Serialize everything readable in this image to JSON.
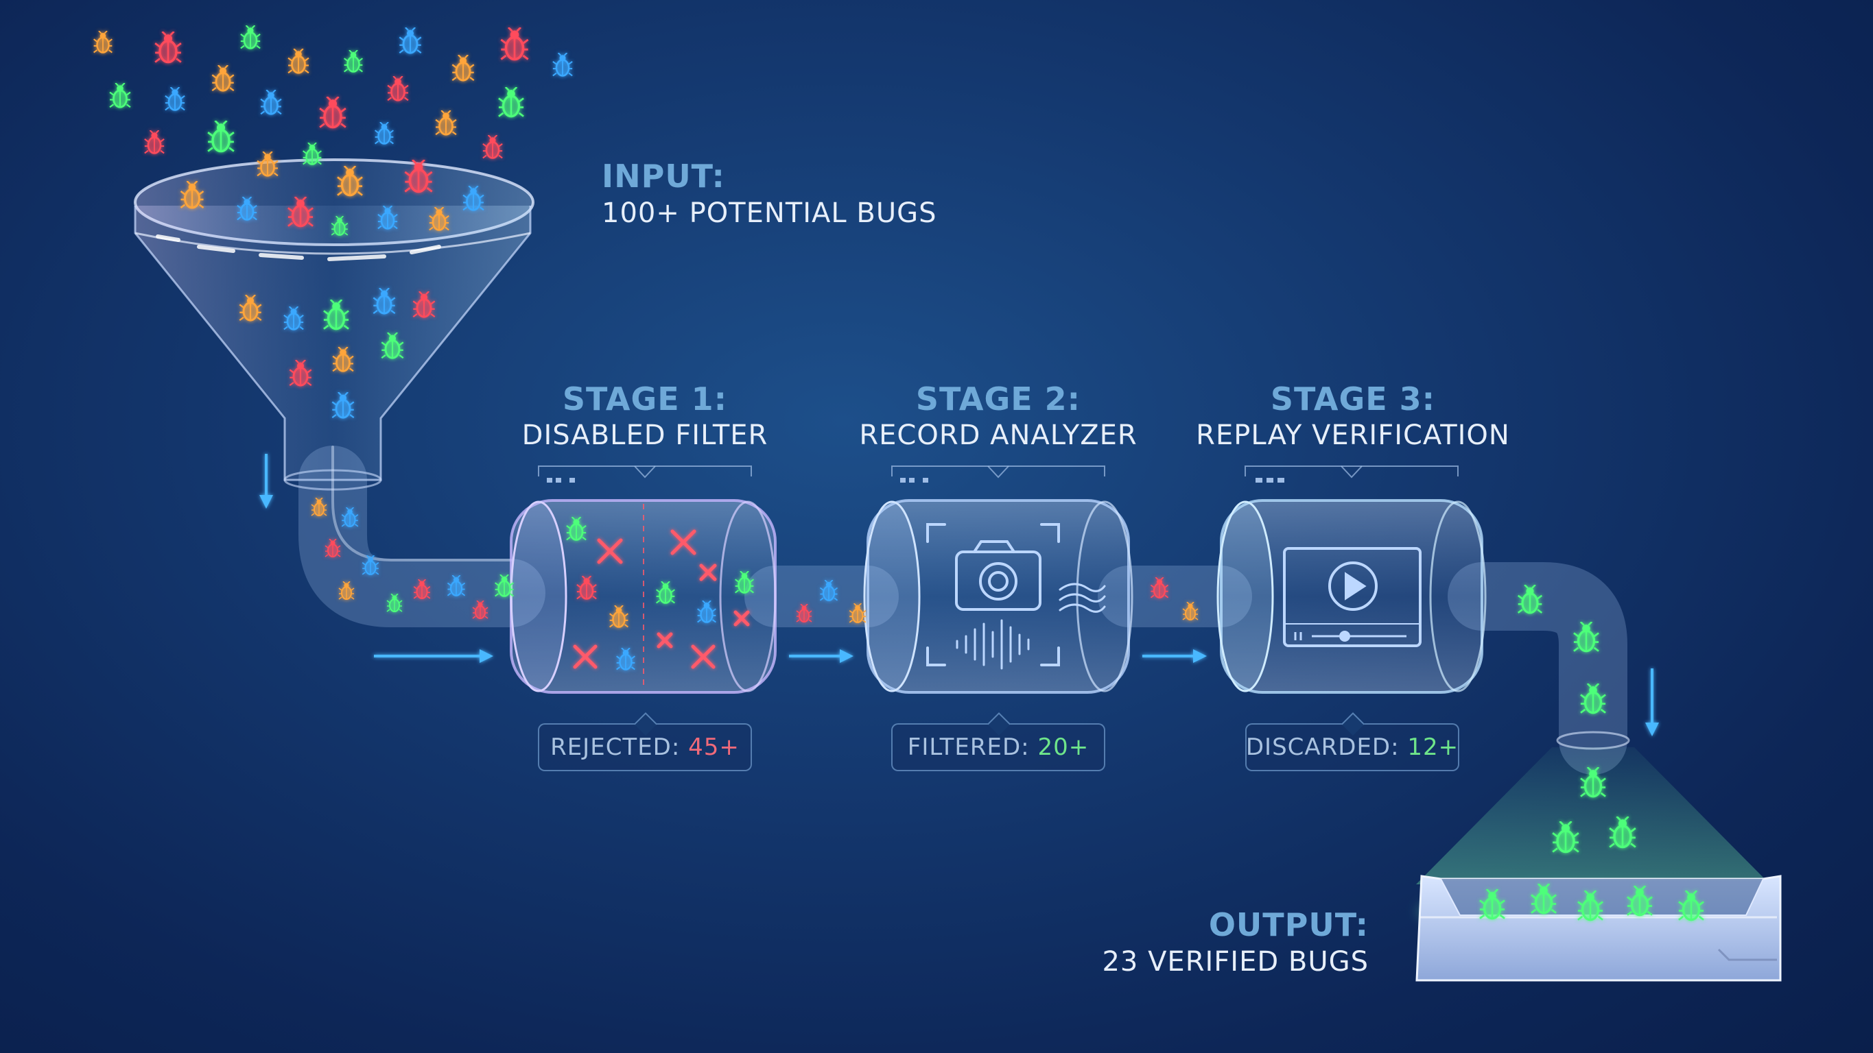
{
  "input": {
    "heading": "INPUT:",
    "text": "100+ POTENTIAL BUGS"
  },
  "stages": [
    {
      "heading": "STAGE 1:",
      "name": "DISABLED FILTER",
      "result_label": "REJECTED:",
      "result_value": "45+",
      "value_color": "red"
    },
    {
      "heading": "STAGE 2:",
      "name": "RECORD ANALYZER",
      "result_label": "FILTERED:",
      "result_value": "20+",
      "value_color": "green"
    },
    {
      "heading": "STAGE 3:",
      "name": "REPLAY VERIFICATION",
      "result_label": "DISCARDED:",
      "result_value": "12+",
      "value_color": "green"
    }
  ],
  "output": {
    "heading": "OUTPUT:",
    "text": "23 VERIFIED BUGS"
  },
  "colors": {
    "background": "#14386f",
    "heading": "#6fa9d8",
    "text": "#e7effa",
    "bug_red": "#ff4b5c",
    "bug_orange": "#ffa53a",
    "bug_green": "#4dff7a",
    "bug_blue": "#3aa8ff",
    "reject_mark": "#ff5a6a",
    "arrow": "#4ab8ff"
  },
  "icons": [
    "funnel-icon",
    "bug-icon",
    "camera-icon",
    "waveform-icon",
    "play-icon",
    "tray-icon"
  ]
}
